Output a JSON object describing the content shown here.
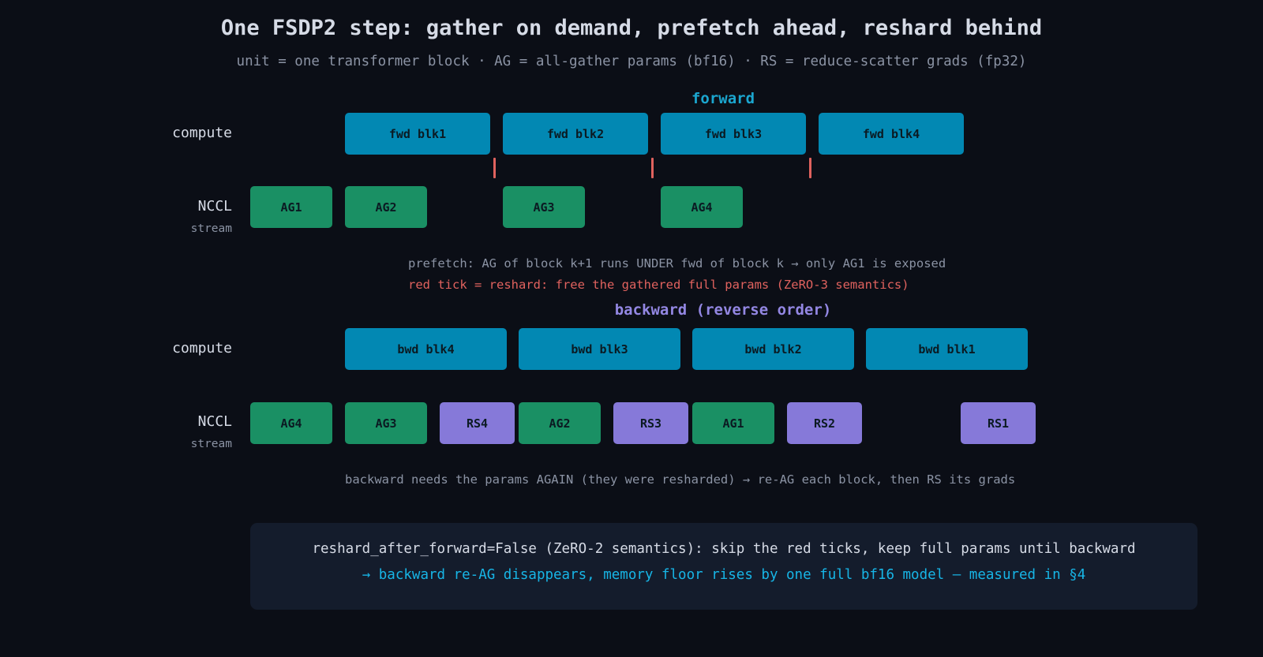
{
  "title": "One FSDP2 step: gather on demand, prefetch ahead, reshard behind",
  "subtitle": "unit = one transformer block · AG = all-gather params (bf16) · RS = reduce-scatter grads (fp32)",
  "forward": {
    "label": "forward",
    "compute_label": "compute",
    "nccl_label": "NCCL",
    "stream_label": "stream",
    "compute_blocks": [
      "fwd blk1",
      "fwd blk2",
      "fwd blk3",
      "fwd blk4"
    ],
    "nccl_ops": [
      "AG1",
      "AG2",
      "AG3",
      "AG4"
    ],
    "reshard_ticks": 3,
    "note_prefetch": "prefetch: AG of block k+1 runs UNDER fwd of block k → only AG1 is exposed",
    "note_reshard": "red tick = reshard: free the gathered full params (ZeRO-3 semantics)"
  },
  "backward": {
    "label": "backward (reverse order)",
    "compute_label": "compute",
    "nccl_label": "NCCL",
    "stream_label": "stream",
    "compute_blocks": [
      "bwd blk4",
      "bwd blk3",
      "bwd blk2",
      "bwd blk1"
    ],
    "nccl_ops": [
      "AG4",
      "AG3",
      "RS4",
      "AG2",
      "RS3",
      "AG1",
      "RS2",
      "RS1"
    ],
    "note": "backward needs the params AGAIN (they were resharded) → re-AG each block, then RS its grads"
  },
  "callout": {
    "line1": "reshard_after_forward=False (ZeRO-2 semantics): skip the red ticks, keep full params until backward",
    "line2": "→ backward re-AG disappears, memory floor rises by one full bf16 model — measured in §4"
  },
  "colors": {
    "compute": "#0288b3",
    "all_gather": "#1a9064",
    "reduce_scatter": "#8679d9",
    "reshard_tick": "#e0625e",
    "forward_label": "#1ba6cf",
    "backward_label": "#9387e3"
  }
}
